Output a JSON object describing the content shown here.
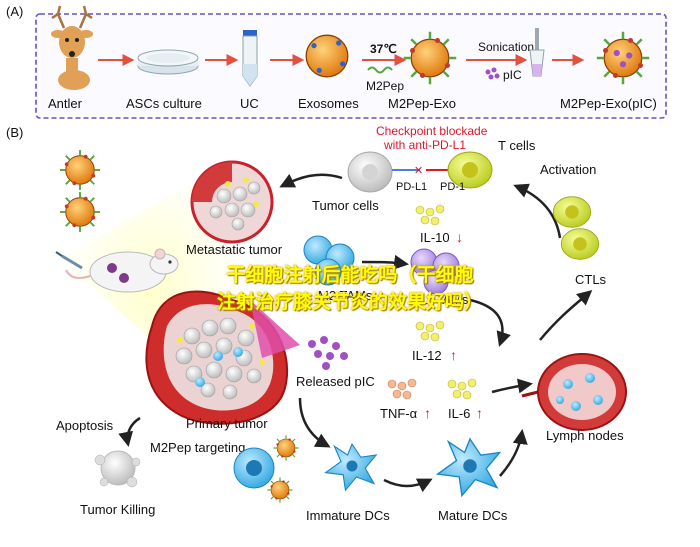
{
  "panelA": {
    "tag": "(A)",
    "steps": [
      "Antler",
      "ASCs culture",
      "UC",
      "Exosomes",
      "M2Pep-Exo",
      "M2Pep-Exo(pIC)"
    ],
    "temperature": "37℃",
    "reagent1": "M2Pep",
    "sonication": "Sonication",
    "reagent2": "pIC"
  },
  "panelB": {
    "tag": "(B)",
    "checkpoint_title": "Checkpoint blockade",
    "checkpoint_sub": "with anti-PD-L1",
    "t_cells": "T cells",
    "pd_l1": "PD-L1",
    "pd_1": "PD-1",
    "activation": "Activation",
    "tumor_cells": "Tumor cells",
    "metastatic_tumor": "Metastatic tumor",
    "il10": "IL-10",
    "ctls": "CTLs",
    "m2_tams": "M2 TAMs",
    "m1_tams": "M1 TAMs",
    "il12": "IL-12",
    "released_pic": "Released pIC",
    "tnf": "TNF-α",
    "il6": "IL-6",
    "lymph_nodes": "Lymph nodes",
    "primary_tumor": "Primary tumor",
    "apoptosis": "Apoptosis",
    "m2pep_targeting": "M2Pep targeting",
    "tumor_killing": "Tumor Killing",
    "immature_dcs": "Immature DCs",
    "mature_dcs": "Mature DCs",
    "arrow_down": "↓",
    "arrow_up": "↑"
  },
  "overlay": {
    "line1": "干细胞注射后能吃吗（干细胞",
    "line2": "注射治疗膝关节炎的效果好吗）"
  },
  "colors": {
    "panel_border": "#6b4fc4",
    "arrow_red": "#e2513f",
    "accent_red": "#e0162b",
    "tumor_red": "#c9222a",
    "exosome_orange": "#f29a1e",
    "peptide_green": "#5aa63c",
    "pic_purple": "#a24fc4",
    "dc_blue": "#55c0ee",
    "tcell_yellow": "#d8e63a"
  }
}
